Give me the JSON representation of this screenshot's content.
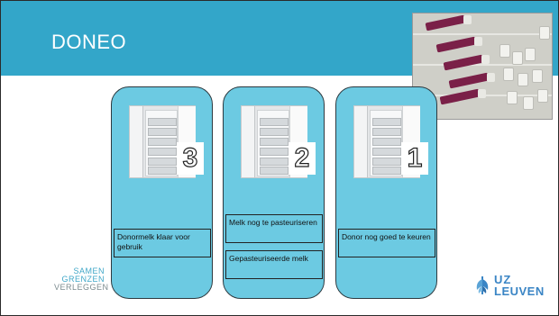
{
  "slide": {
    "title": "DONEO",
    "colors": {
      "header": "#33a6c9",
      "column": "#6ccae2",
      "logo_blue": "#3a85c5"
    }
  },
  "columns": [
    {
      "number": "3",
      "labels": [
        "Donormelk klaar voor gebruik"
      ]
    },
    {
      "number": "2",
      "labels": [
        "Melk nog te pasteuriseren",
        "Gepasteuriseerde melk"
      ]
    },
    {
      "number": "1",
      "labels": [
        "Donor nog goed te keuren"
      ]
    }
  ],
  "logos": {
    "left_lines": [
      "SAMEN",
      "GRENZEN",
      "VERLEGGEN"
    ],
    "right_lines": [
      "UZ",
      "LEUVEN"
    ],
    "right_icon": "uz-leuven-mark-icon"
  },
  "photo": {
    "icon": "milk-bottles-photo"
  }
}
